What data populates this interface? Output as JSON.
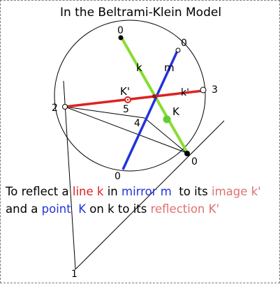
{
  "title": "In the Beltrami-Klein Model",
  "labels": {
    "line_k": "k",
    "mirror_m": "m",
    "image_k_prime": "k'",
    "point_K": "K",
    "reflection_K_prime": "K'",
    "pt_0_top": "0",
    "pt_0_upper_right": "0",
    "pt_0_bottom": "0",
    "pt_0_lower_right": "0",
    "pt_1": "1",
    "pt_2": "2",
    "pt_3": "3",
    "pt_4": "4",
    "pt_5": "5"
  },
  "caption": {
    "line1": [
      {
        "text": "To reflect a ",
        "color": "#000000"
      },
      {
        "text": "line k",
        "color": "#dd2222"
      },
      {
        "text": " in ",
        "color": "#000000"
      },
      {
        "text": "mirror m",
        "color": "#2233dd"
      },
      {
        "text": "  to its ",
        "color": "#000000"
      },
      {
        "text": "image k'",
        "color": "#e07070"
      }
    ],
    "line2": [
      {
        "text": "and a ",
        "color": "#000000"
      },
      {
        "text": "point  K",
        "color": "#2233dd"
      },
      {
        "text": " on k to its ",
        "color": "#000000"
      },
      {
        "text": "reflection K'",
        "color": "#e07070"
      }
    ]
  },
  "colors": {
    "k": "#88dd33",
    "m": "#2233dd",
    "k_prime": "#dd2222",
    "point_K": "#66cc33",
    "K_prime": "#dd2222",
    "construction": "#000000"
  }
}
